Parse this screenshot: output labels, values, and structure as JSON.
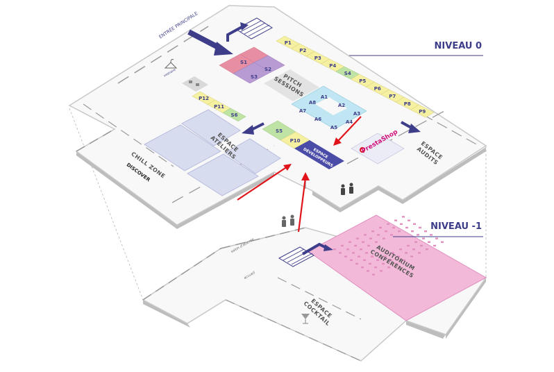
{
  "levels": {
    "level0": "NIVEAU 0",
    "level_minus1": "NIVEAU -1"
  },
  "entrance": "ENTRÉE PRINCIPALE",
  "vestiaire": "vestiaire",
  "rooms": {
    "pitch_line1": "PITCH",
    "pitch_line2": "SESSIONS",
    "ateliers_line1": "ESPACE",
    "ateliers_line2": "ATELIERS",
    "chill": "CHILL ZONE",
    "discover_logo": "DISCOVER",
    "dev_line1": "ESPACE",
    "dev_line2": "DÉVELOPPEURS",
    "audits_line1": "ESPACE",
    "audits_line2": "AUDITS",
    "presta_logo": "PrestaShop",
    "auditorium_line1": "AUDITORIUM",
    "auditorium_line2": "CONFÉRENCES",
    "cocktail_line1": "ESPACE",
    "cocktail_line2": "COCKTAIL",
    "salon": "salon d'attente",
    "accueil": "accueil"
  },
  "booths": {
    "p_top": [
      "P1",
      "P2",
      "P3",
      "P4",
      "S4",
      "P5",
      "P6",
      "P7",
      "P8",
      "P9"
    ],
    "s_block": [
      "S1",
      "S2",
      "S3"
    ],
    "a_block": [
      "A1",
      "A2",
      "A3",
      "A4",
      "A5",
      "A6",
      "A7",
      "A8"
    ],
    "left_row": [
      "P12",
      "P11",
      "S6"
    ],
    "middle_row": [
      "S5",
      "P10"
    ]
  },
  "colors": {
    "yellow_booth": "#f6f1a0",
    "green_booth": "#bfe3a4",
    "sponsor_pink": "#e88ea3",
    "sponsor_purple": "#b89bd2",
    "cyan_booth": "#bfe6f2",
    "workshop": "#d8dcef",
    "developer": "#4a4ca8",
    "auditorium": "#f3b9d8",
    "arrow_red": "#e0141a",
    "accent_blue": "#3d3d8a"
  }
}
